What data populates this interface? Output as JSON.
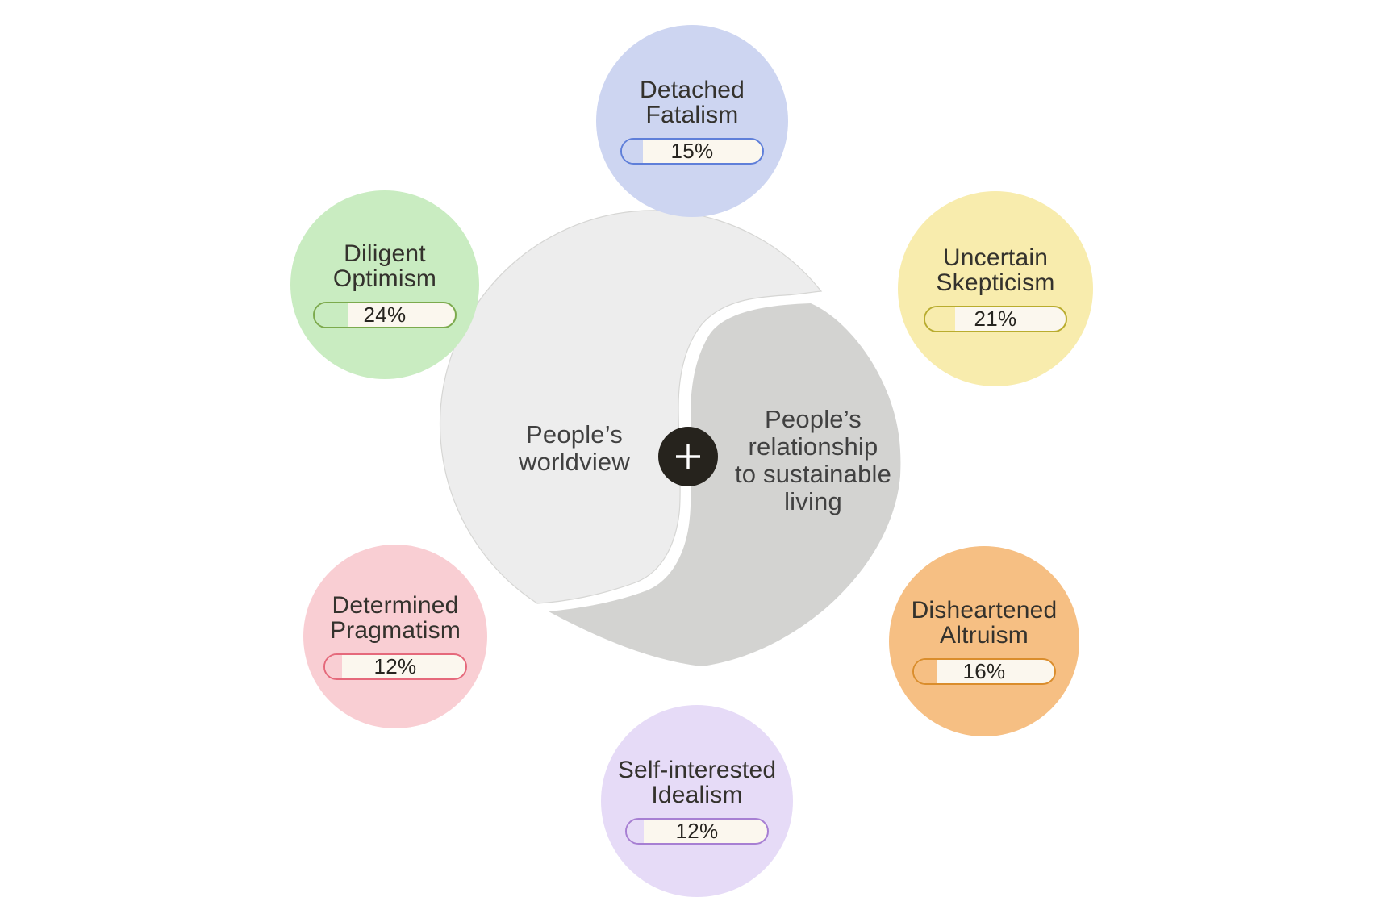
{
  "center": {
    "left_label": {
      "line1": "People’s",
      "line2": "worldview"
    },
    "right_label": {
      "line1": "People’s",
      "line2": "relationship",
      "line3": "to sustainable",
      "line4": "living"
    },
    "plus": "+",
    "colors": {
      "light_lobe": "#ededed",
      "light_edge": "#d6d6d4",
      "dark_lobe": "#d3d3d1",
      "badge": "#26231d",
      "badge_glyph": "#ffffff",
      "label_text": "#414141"
    }
  },
  "pill": {
    "background": "#fbf7ee",
    "value_color": "#26241f"
  },
  "bubbles": [
    {
      "id": "detached-fatalism",
      "line1": "Detached",
      "line2": "Fatalism",
      "value": "15%",
      "pct": 15,
      "color": "#cdd5f1",
      "border": "#5f7fd9"
    },
    {
      "id": "diligent-optimism",
      "line1": "Diligent",
      "line2": "Optimism",
      "value": "24%",
      "pct": 24,
      "color": "#c9ecc1",
      "border": "#7caa4d"
    },
    {
      "id": "uncertain-skepticism",
      "line1": "Uncertain",
      "line2": "Skepticism",
      "value": "21%",
      "pct": 21,
      "color": "#f8ecad",
      "border": "#b9ac2e"
    },
    {
      "id": "determined-pragmatism",
      "line1": "Determined",
      "line2": "Pragmatism",
      "value": "12%",
      "pct": 12,
      "color": "#f9ced3",
      "border": "#e5697b"
    },
    {
      "id": "disheartened-altruism",
      "line1": "Disheartened",
      "line2": "Altruism",
      "value": "16%",
      "pct": 16,
      "color": "#f6bf83",
      "border": "#da8d2c"
    },
    {
      "id": "self-interested-idealism",
      "line1": "Self-interested",
      "line2": "Idealism",
      "value": "12%",
      "pct": 12,
      "color": "#e6dbf7",
      "border": "#a77fd3"
    }
  ]
}
